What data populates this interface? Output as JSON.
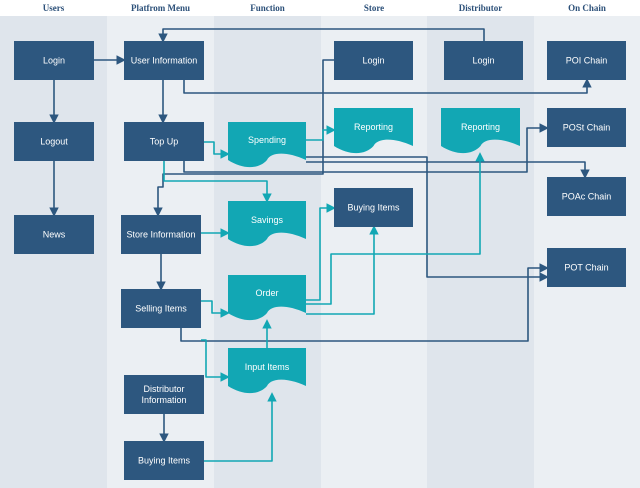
{
  "colors": {
    "lane_dark": "#dfe5ec",
    "lane_light": "#ebeff3",
    "dark_node": "#2d577f",
    "teal_node": "#12a7b4",
    "dark_edge": "#2d577f",
    "teal_edge": "#12a7b4",
    "title": "#2c5079"
  },
  "lanes": [
    {
      "id": "users",
      "title": "Users"
    },
    {
      "id": "menu",
      "title": "Platfrom Menu"
    },
    {
      "id": "function",
      "title": "Function"
    },
    {
      "id": "store",
      "title": "Store"
    },
    {
      "id": "distributor",
      "title": "Distributor"
    },
    {
      "id": "onchain",
      "title": "On Chain"
    }
  ],
  "nodes": [
    {
      "id": "users-login",
      "label": "Login",
      "kind": "process"
    },
    {
      "id": "users-logout",
      "label": "Logout",
      "kind": "process"
    },
    {
      "id": "users-news",
      "label": "News",
      "kind": "process"
    },
    {
      "id": "user-information",
      "label": "User Information",
      "kind": "process"
    },
    {
      "id": "top-up",
      "label": "Top Up",
      "kind": "process"
    },
    {
      "id": "store-information",
      "label": "Store Information",
      "kind": "process"
    },
    {
      "id": "selling-items",
      "label": "Selling Items",
      "kind": "process"
    },
    {
      "id": "distributor-information",
      "label": "Distributor\nInformation",
      "kind": "process"
    },
    {
      "id": "menu-buying-items",
      "label": "Buying Items",
      "kind": "process"
    },
    {
      "id": "spending",
      "label": "Spending",
      "kind": "document"
    },
    {
      "id": "savings",
      "label": "Savings",
      "kind": "document"
    },
    {
      "id": "order",
      "label": "Order",
      "kind": "document"
    },
    {
      "id": "input-items",
      "label": "Input Items",
      "kind": "document"
    },
    {
      "id": "store-login",
      "label": "Login",
      "kind": "process"
    },
    {
      "id": "store-reporting",
      "label": "Reporting",
      "kind": "document"
    },
    {
      "id": "store-buying-items",
      "label": "Buying Items",
      "kind": "process"
    },
    {
      "id": "distributor-login",
      "label": "Login",
      "kind": "process"
    },
    {
      "id": "distributor-reporting",
      "label": "Reporting",
      "kind": "document"
    },
    {
      "id": "poi-chain",
      "label": "POI Chain",
      "kind": "process"
    },
    {
      "id": "post-chain",
      "label": "POSt Chain",
      "kind": "process"
    },
    {
      "id": "poac-chain",
      "label": "POAc Chain",
      "kind": "process"
    },
    {
      "id": "pot-chain",
      "label": "POT Chain",
      "kind": "process"
    }
  ],
  "edges": [
    {
      "from": "users-login",
      "to": "user-information",
      "color": "dark"
    },
    {
      "from": "users-login",
      "to": "users-logout",
      "color": "dark"
    },
    {
      "from": "users-logout",
      "to": "users-news",
      "color": "dark"
    },
    {
      "from": "user-information",
      "to": "top-up",
      "color": "dark"
    },
    {
      "from": "user-information",
      "to": "poi-chain",
      "color": "dark"
    },
    {
      "from": "distributor-login",
      "to": "user-information",
      "color": "dark"
    },
    {
      "from": "store-login",
      "to": "store-information",
      "color": "dark"
    },
    {
      "from": "top-up",
      "to": "spending",
      "color": "teal"
    },
    {
      "from": "top-up",
      "to": "savings",
      "color": "teal"
    },
    {
      "from": "top-up",
      "to": "post-chain",
      "color": "dark"
    },
    {
      "from": "spending",
      "to": "poac-chain",
      "color": "dark"
    },
    {
      "from": "spending",
      "to": "store-reporting",
      "color": "teal"
    },
    {
      "from": "spending",
      "to": "pot-chain",
      "color": "dark"
    },
    {
      "from": "store-information",
      "to": "savings",
      "color": "teal"
    },
    {
      "from": "store-information",
      "to": "selling-items",
      "color": "dark"
    },
    {
      "from": "selling-items",
      "to": "post-chain",
      "color": "dark"
    },
    {
      "from": "selling-items",
      "to": "input-items",
      "color": "teal"
    },
    {
      "from": "selling-items",
      "to": "order",
      "color": "teal"
    },
    {
      "from": "distributor-information",
      "to": "menu-buying-items",
      "color": "dark"
    },
    {
      "from": "menu-buying-items",
      "to": "input-items",
      "color": "teal"
    },
    {
      "from": "input-items",
      "to": "order",
      "color": "teal"
    },
    {
      "from": "order",
      "to": "store-buying-items",
      "color": "teal"
    },
    {
      "from": "order",
      "to": "distributor-reporting",
      "color": "teal"
    },
    {
      "from": "selling-items",
      "to": "spending",
      "color": "teal"
    }
  ]
}
